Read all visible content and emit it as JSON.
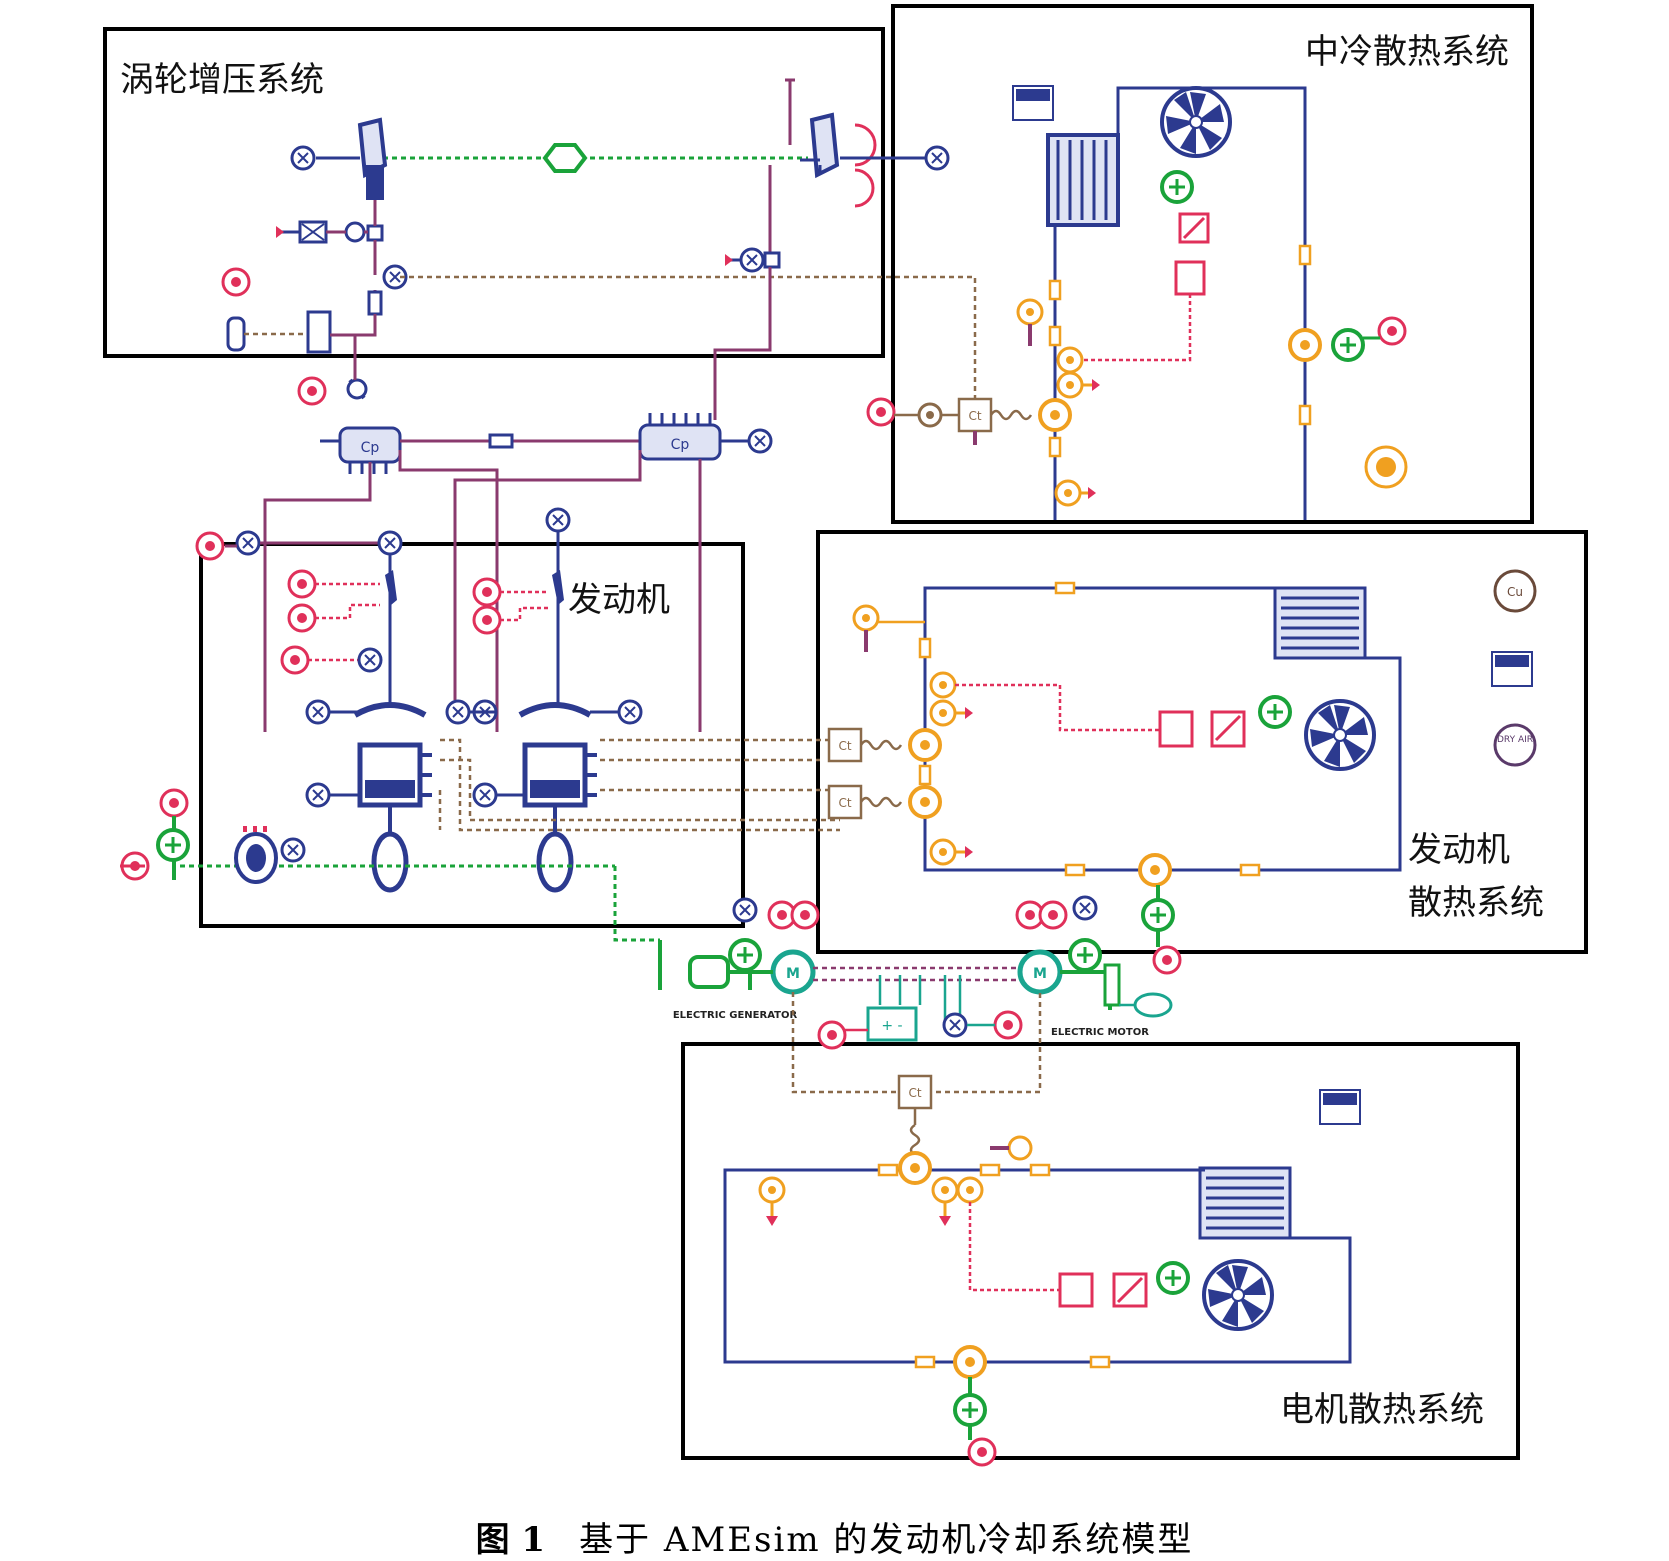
{
  "labels": {
    "turbo": "涡轮增压系统",
    "intercooler": "中冷散热系统",
    "engine": "发动机",
    "engine_cooling_1": "发动机",
    "engine_cooling_2": "散热系统",
    "motor_cooling": "电机散热系统"
  },
  "icons": {
    "heat_stack_1": "HEAT Stack",
    "heat_stack_2": "HEAT Stack",
    "heat_stack_3": "HEAT Stack",
    "cu_badge": "Cu",
    "dry_air_badge": "DRY AIR",
    "generator_label": "ELECTRIC GENERATOR",
    "motor_label": "ELECTRIC MOTOR",
    "generator_symbol": "M",
    "motor_symbol": "M"
  },
  "caption": {
    "fig_num": "图 1",
    "title": "基于 AMEsim 的发动机冷却系统模型"
  },
  "colors": {
    "navy": "#2c3a8f",
    "purple": "#8a3a6e",
    "green": "#1aa33a",
    "teal": "#1aa58f",
    "orange": "#f0a020",
    "red": "#e0305a",
    "brown": "#8a6a4a"
  }
}
